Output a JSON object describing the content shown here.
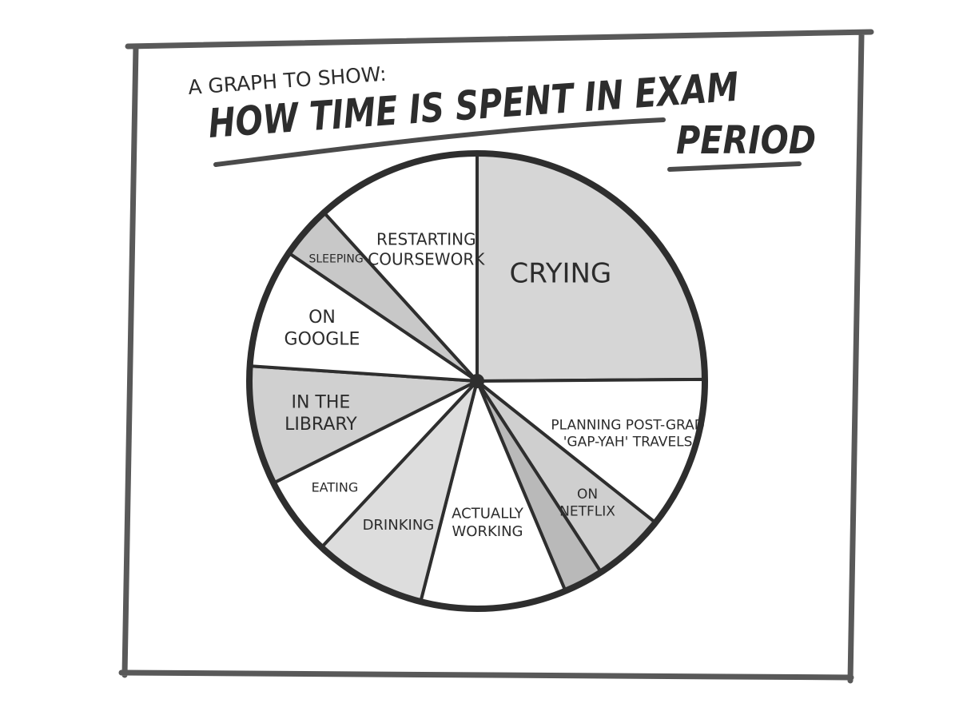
{
  "chart_data": {
    "type": "pie",
    "supertitle": "A GRAPH TO SHOW:",
    "title_line1": "HOW TIME IS SPENT IN EXAM",
    "title_line2": "PERIOD",
    "slices": [
      {
        "label": "CRYING",
        "value": 26.5,
        "fill": "#d6d6d6"
      },
      {
        "label": "PLANNING POST-GRAD 'GAP-YAH' TRAVELS",
        "value": 11.5,
        "fill": "#ffffff"
      },
      {
        "label": "ON NETFLIX",
        "value": 5.5,
        "fill": "#cfcfcf"
      },
      {
        "label": "",
        "value": 3.0,
        "fill": "#b9b9b9"
      },
      {
        "label": "ACTUALLY WORKING",
        "value": 11.0,
        "fill": "#ffffff"
      },
      {
        "label": "DRINKING",
        "value": 8.5,
        "fill": "#dddddd"
      },
      {
        "label": "EATING",
        "value": 6.0,
        "fill": "#ffffff"
      },
      {
        "label": "IN THE LIBRARY",
        "value": 9.0,
        "fill": "#d0d0d0"
      },
      {
        "label": "ON GOOGLE",
        "value": 9.0,
        "fill": "#ffffff"
      },
      {
        "label": "SLEEPING",
        "value": 4.0,
        "fill": "#c8c8c8"
      },
      {
        "label": "RESTARTING COURSEWORK",
        "value": 12.5,
        "fill": "#ffffff"
      }
    ],
    "start_direction": "12 o'clock, clockwise",
    "legend": "none",
    "grid": false
  }
}
